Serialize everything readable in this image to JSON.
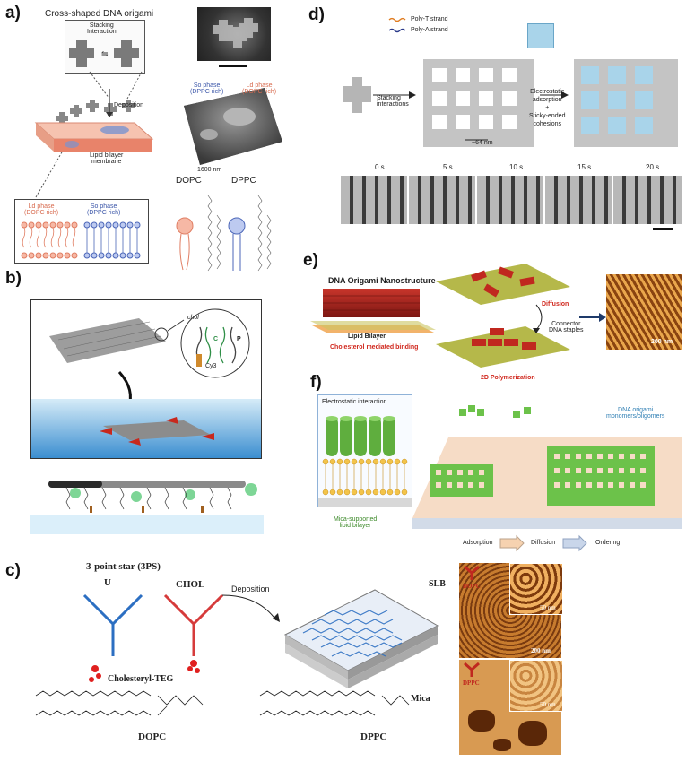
{
  "panels": {
    "a": {
      "label": "a)",
      "title": "Cross-shaped DNA origami",
      "stacking": "Stacking\nInteraction",
      "deposition": "Deposition",
      "membrane": "Lipid bilayer\nmembrane",
      "so_phase": "So phase\n(DPPC rich)",
      "ld_phase": "Ld phase\n(DOPC rich)",
      "scale": "1600 nm",
      "box_ld": "Ld phase\n(DOPC rich)",
      "box_so": "So phase\n(DPPC rich)",
      "dopc": "DOPC",
      "dppc": "DPPC"
    },
    "b": {
      "label": "b)",
      "labels": [
        "chol",
        "C",
        "P",
        "Cy3"
      ]
    },
    "c": {
      "label": "c)",
      "star": "3-point star (3PS)",
      "u": "U",
      "chol": "CHOL",
      "deposition": "Deposition",
      "slb": "SLB",
      "mica": "Mica",
      "chol_teg": "Cholesteryl-TEG",
      "dopc": "DOPC",
      "dppc": "DPPC",
      "afm_dopc": "DOPC",
      "afm_dppc": "DPPC",
      "scale_50a": "50 nm",
      "scale_200": "200 nm",
      "scale_50b": "50 nm"
    },
    "d": {
      "label": "d)",
      "poly_t": "Poly-T strand",
      "poly_a": "Poly-A strand",
      "stacking": "Stacking\ninteractions",
      "spacing": "~64 nm",
      "electro": "Electrostatic\nadsorption\n+\nSticky-ended\ncohesions",
      "times": [
        "0 s",
        "5 s",
        "10 s",
        "15 s",
        "20 s"
      ]
    },
    "e": {
      "label": "e)",
      "origami": "DNA Origami Nanostructure",
      "bilayer": "Lipid Bilayer",
      "chol_binding": "Cholesterol mediated binding",
      "diffusion": "Diffusion",
      "connector": "Connector\nDNA staples",
      "poly": "2D Polymerization",
      "scale": "200 nm"
    },
    "f": {
      "label": "f)",
      "electro": "Electrostatic interaction",
      "monomers": "DNA origami\nmonomers/oligomers",
      "mica": "Mica-supported\nlipid bilayer",
      "steps": [
        "Adsorption",
        "Diffusion",
        "Ordering"
      ]
    }
  },
  "colors": {
    "ld": "#e8836a",
    "so": "#5b78c4",
    "origami_gray": "#b0b0b0",
    "tile_blue": "#a9d4ea",
    "green_origami": "#7cc35a",
    "red_origami": "#c0281f",
    "afm_orange": "#c8772a"
  }
}
